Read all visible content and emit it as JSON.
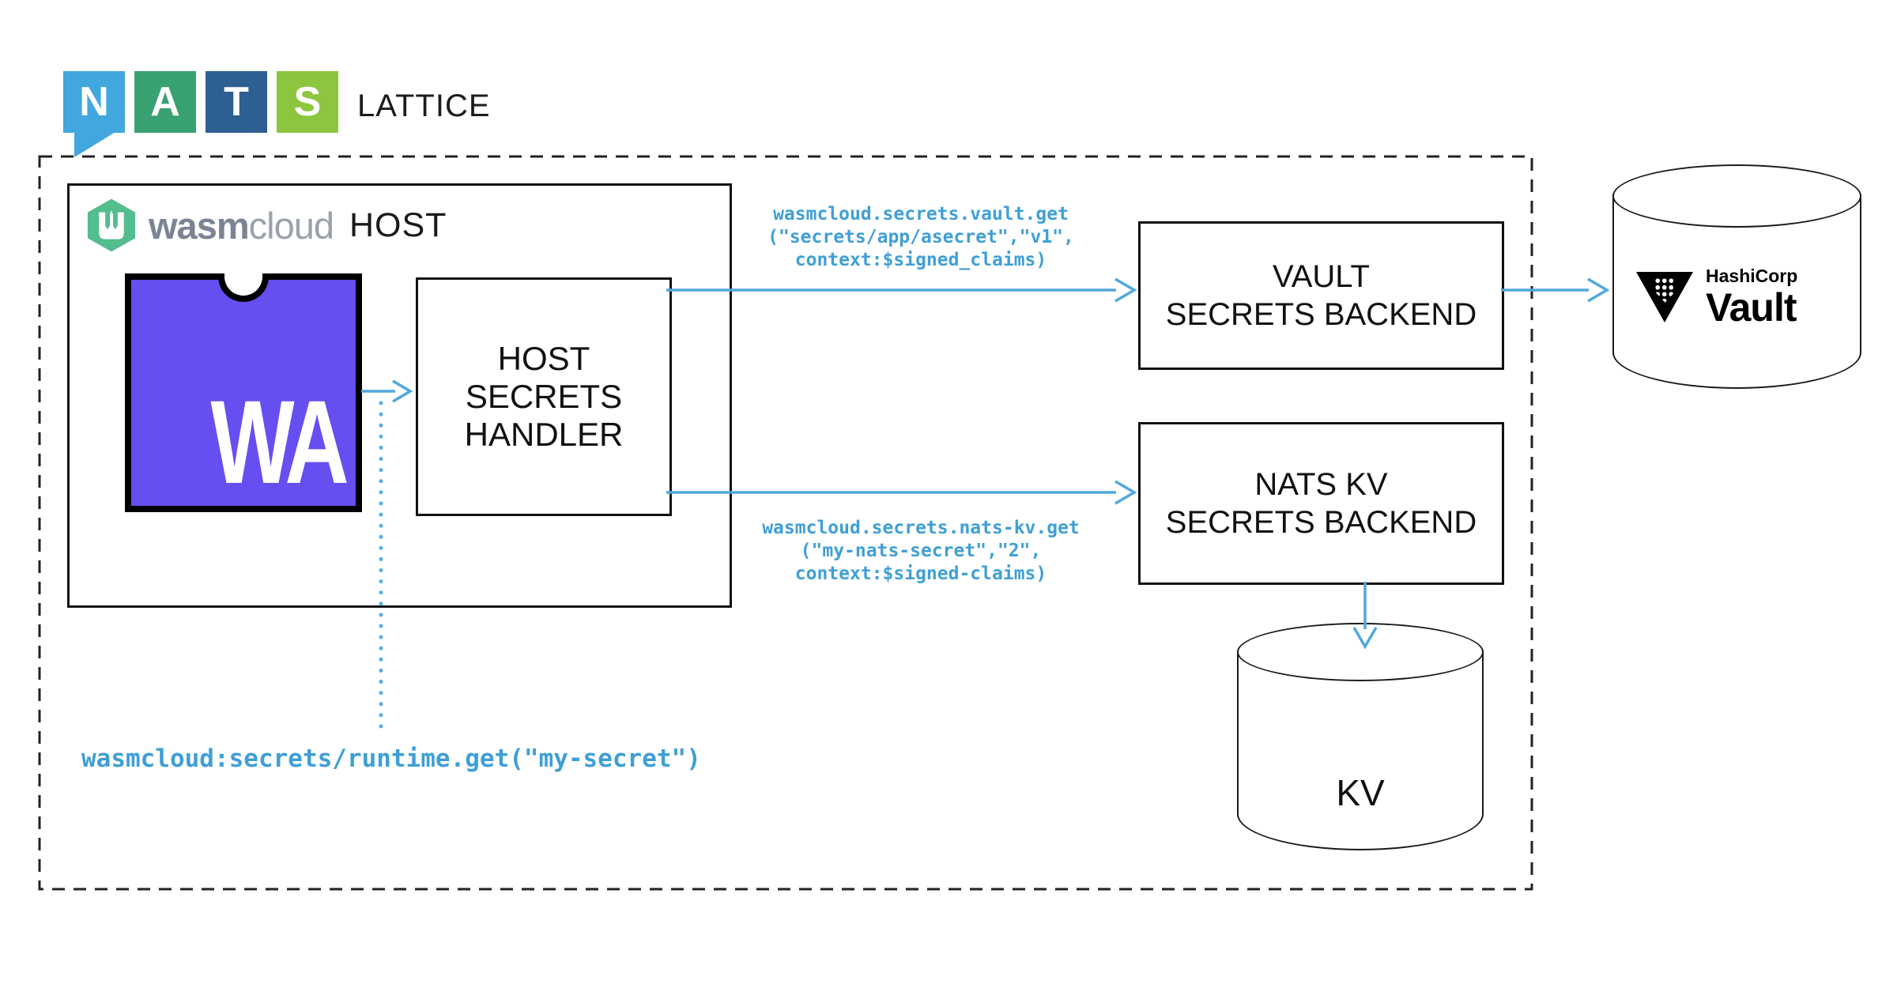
{
  "lattice": {
    "label": "LATTICE"
  },
  "nats": {
    "letters": [
      "N",
      "A",
      "T",
      "S"
    ]
  },
  "wasmcloud_host": {
    "brand_wasm": "wasm",
    "brand_cloud": "cloud",
    "host_label": "HOST",
    "component_label": "WA",
    "handler_label": "HOST\nSECRETS\nHANDLER",
    "runtime_call": "wasmcloud:secrets/runtime.get(\"my-secret\")"
  },
  "vault_backend": {
    "label": "VAULT\nSECRETS BACKEND",
    "call_label": "wasmcloud.secrets.vault.get\n(\"secrets/app/asecret\",\"v1\",\ncontext:$signed_claims)"
  },
  "nats_kv_backend": {
    "label": "NATS KV\nSECRETS BACKEND",
    "call_label": "wasmcloud.secrets.nats-kv.get\n(\"my-nats-secret\",\"2\",\ncontext:$signed-claims)"
  },
  "vault_store": {
    "brand_top": "HashiCorp",
    "brand_name": "Vault"
  },
  "nats_kv_store": {
    "label": "KV"
  },
  "colors": {
    "arrow_blue": "#4fa8dd",
    "code_blue": "#3f9fd6",
    "wasm_purple": "#654ff0",
    "wasmcloud_green": "#54bd8d",
    "nats_blue": "#42a7de",
    "nats_green": "#38a273",
    "nats_navy": "#2d5f93",
    "nats_lime": "#8cc63f"
  }
}
